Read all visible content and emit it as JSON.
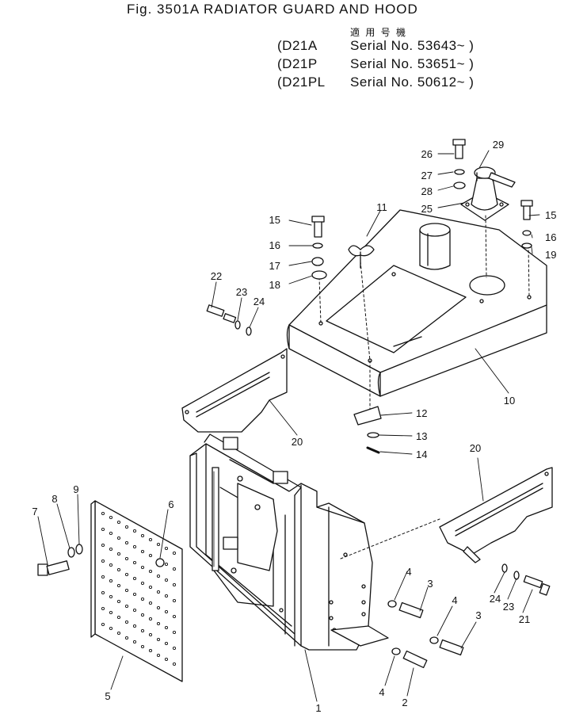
{
  "figure": {
    "title": "Fig. 3501A  RADIATOR GUARD AND HOOD",
    "applicability_heading": "適 用 号 機",
    "serials": [
      {
        "model": "(D21A",
        "serial": "Serial No. 53643~ )"
      },
      {
        "model": "(D21P",
        "serial": "Serial No. 53651~ )"
      },
      {
        "model": "(D21PL",
        "serial": "Serial No. 50612~ )"
      }
    ]
  },
  "callouts": [
    "26",
    "29",
    "27",
    "28",
    "25",
    "15",
    "11",
    "15",
    "16",
    "16",
    "19",
    "17",
    "18",
    "22",
    "23",
    "24",
    "10",
    "12",
    "20",
    "13",
    "14",
    "20",
    "7",
    "8",
    "9",
    "6",
    "4",
    "3",
    "4",
    "3",
    "24",
    "23",
    "21",
    "5",
    "1",
    "4",
    "2"
  ]
}
